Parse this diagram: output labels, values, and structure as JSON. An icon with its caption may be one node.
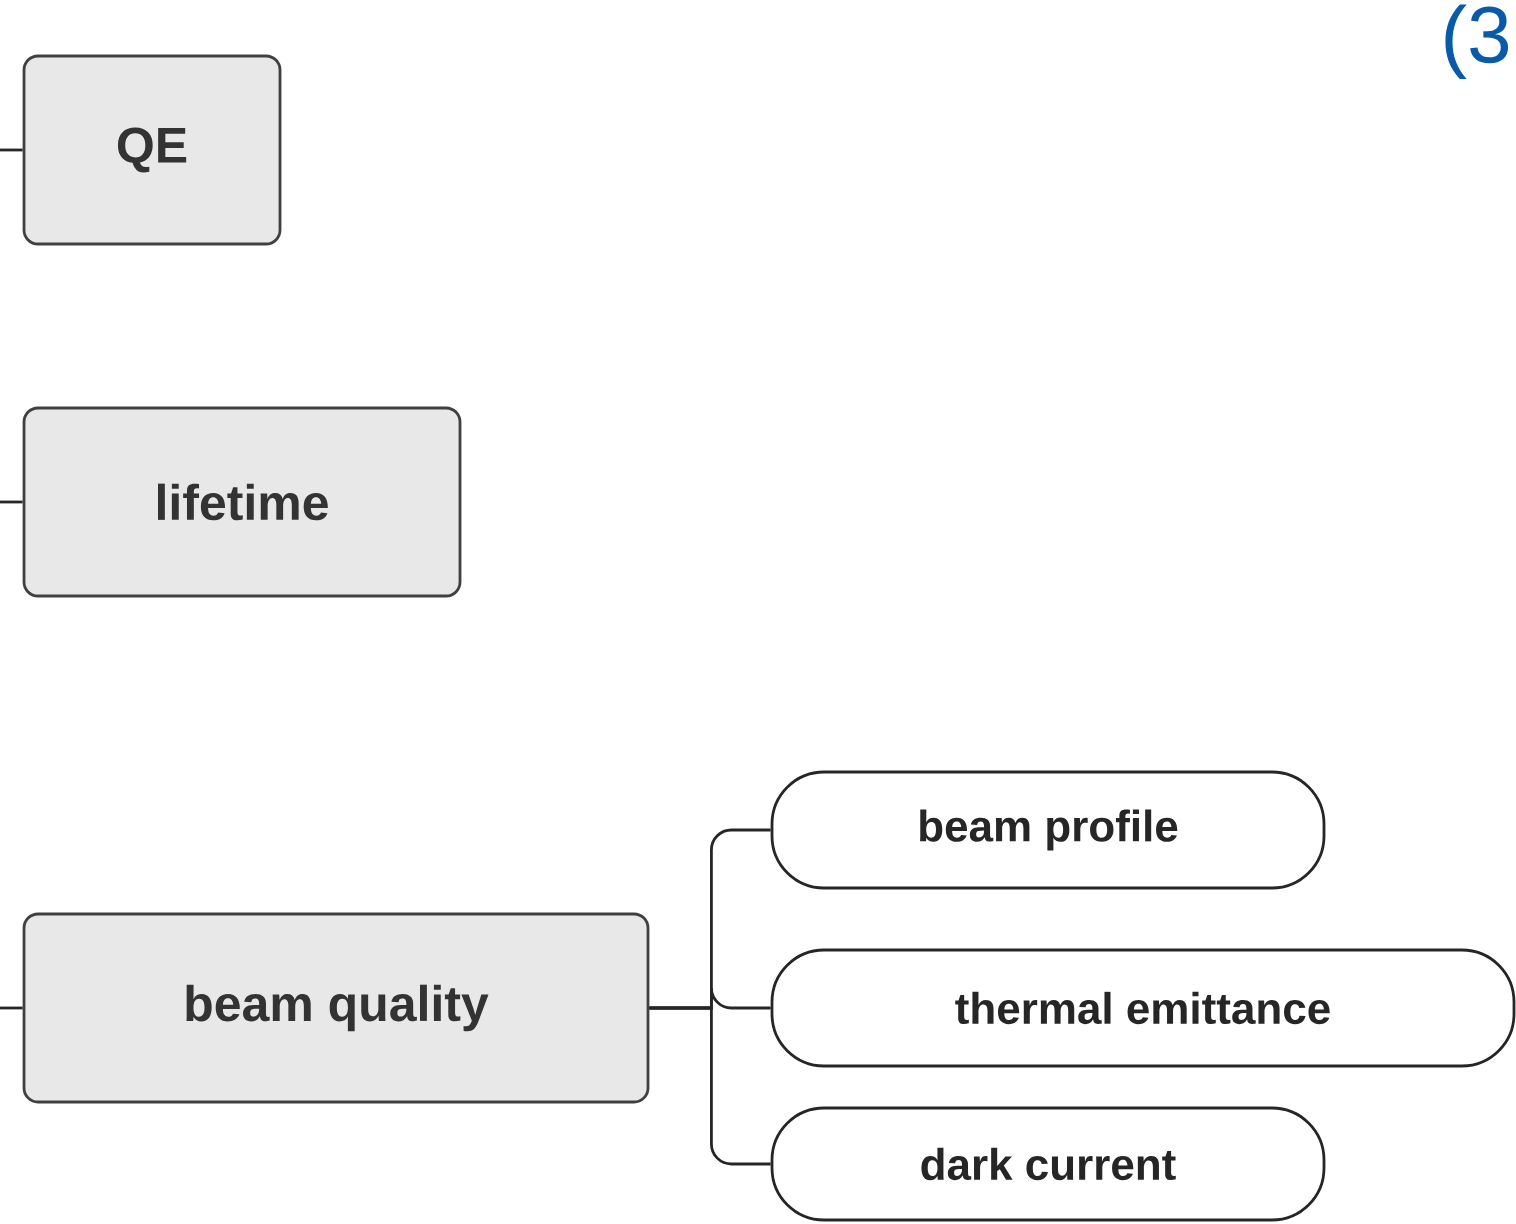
{
  "diagram": {
    "nodes": [
      {
        "text": [
          "QE"
        ]
      },
      {
        "text": [
          "lifetime"
        ]
      },
      {
        "text": [
          "beam quality"
        ]
      },
      {
        "text": [
          "beam profile"
        ]
      },
      {
        "text": [
          "thermal emittance"
        ]
      },
      {
        "text": [
          "dark current"
        ]
      }
    ],
    "edges": [
      {
        "from": null,
        "to": 0,
        "arrow": "none"
      },
      {
        "from": null,
        "to": 1,
        "arrow": "none"
      },
      {
        "from": null,
        "to": 2,
        "arrow": "none"
      },
      {
        "from": 2,
        "to": 3,
        "arrow": "none"
      },
      {
        "from": 2,
        "to": 4,
        "arrow": "none"
      },
      {
        "from": 2,
        "to": 5,
        "arrow": "none"
      }
    ],
    "labels": [
      "(3"
    ]
  }
}
